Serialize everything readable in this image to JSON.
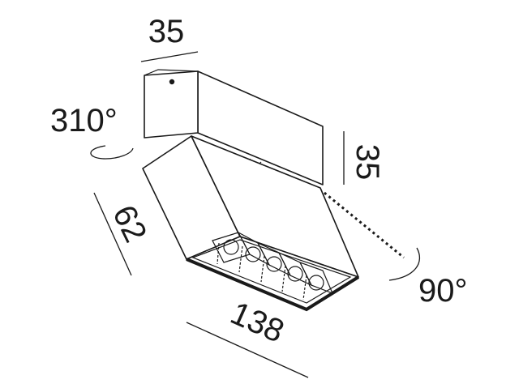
{
  "dimensions": {
    "top_width": "35",
    "height": "35",
    "head_depth": "62",
    "length": "138",
    "rotation_horizontal": "310°",
    "tilt_vertical": "90°"
  },
  "colors": {
    "line": "#1a1a1a",
    "background": "#ffffff"
  }
}
